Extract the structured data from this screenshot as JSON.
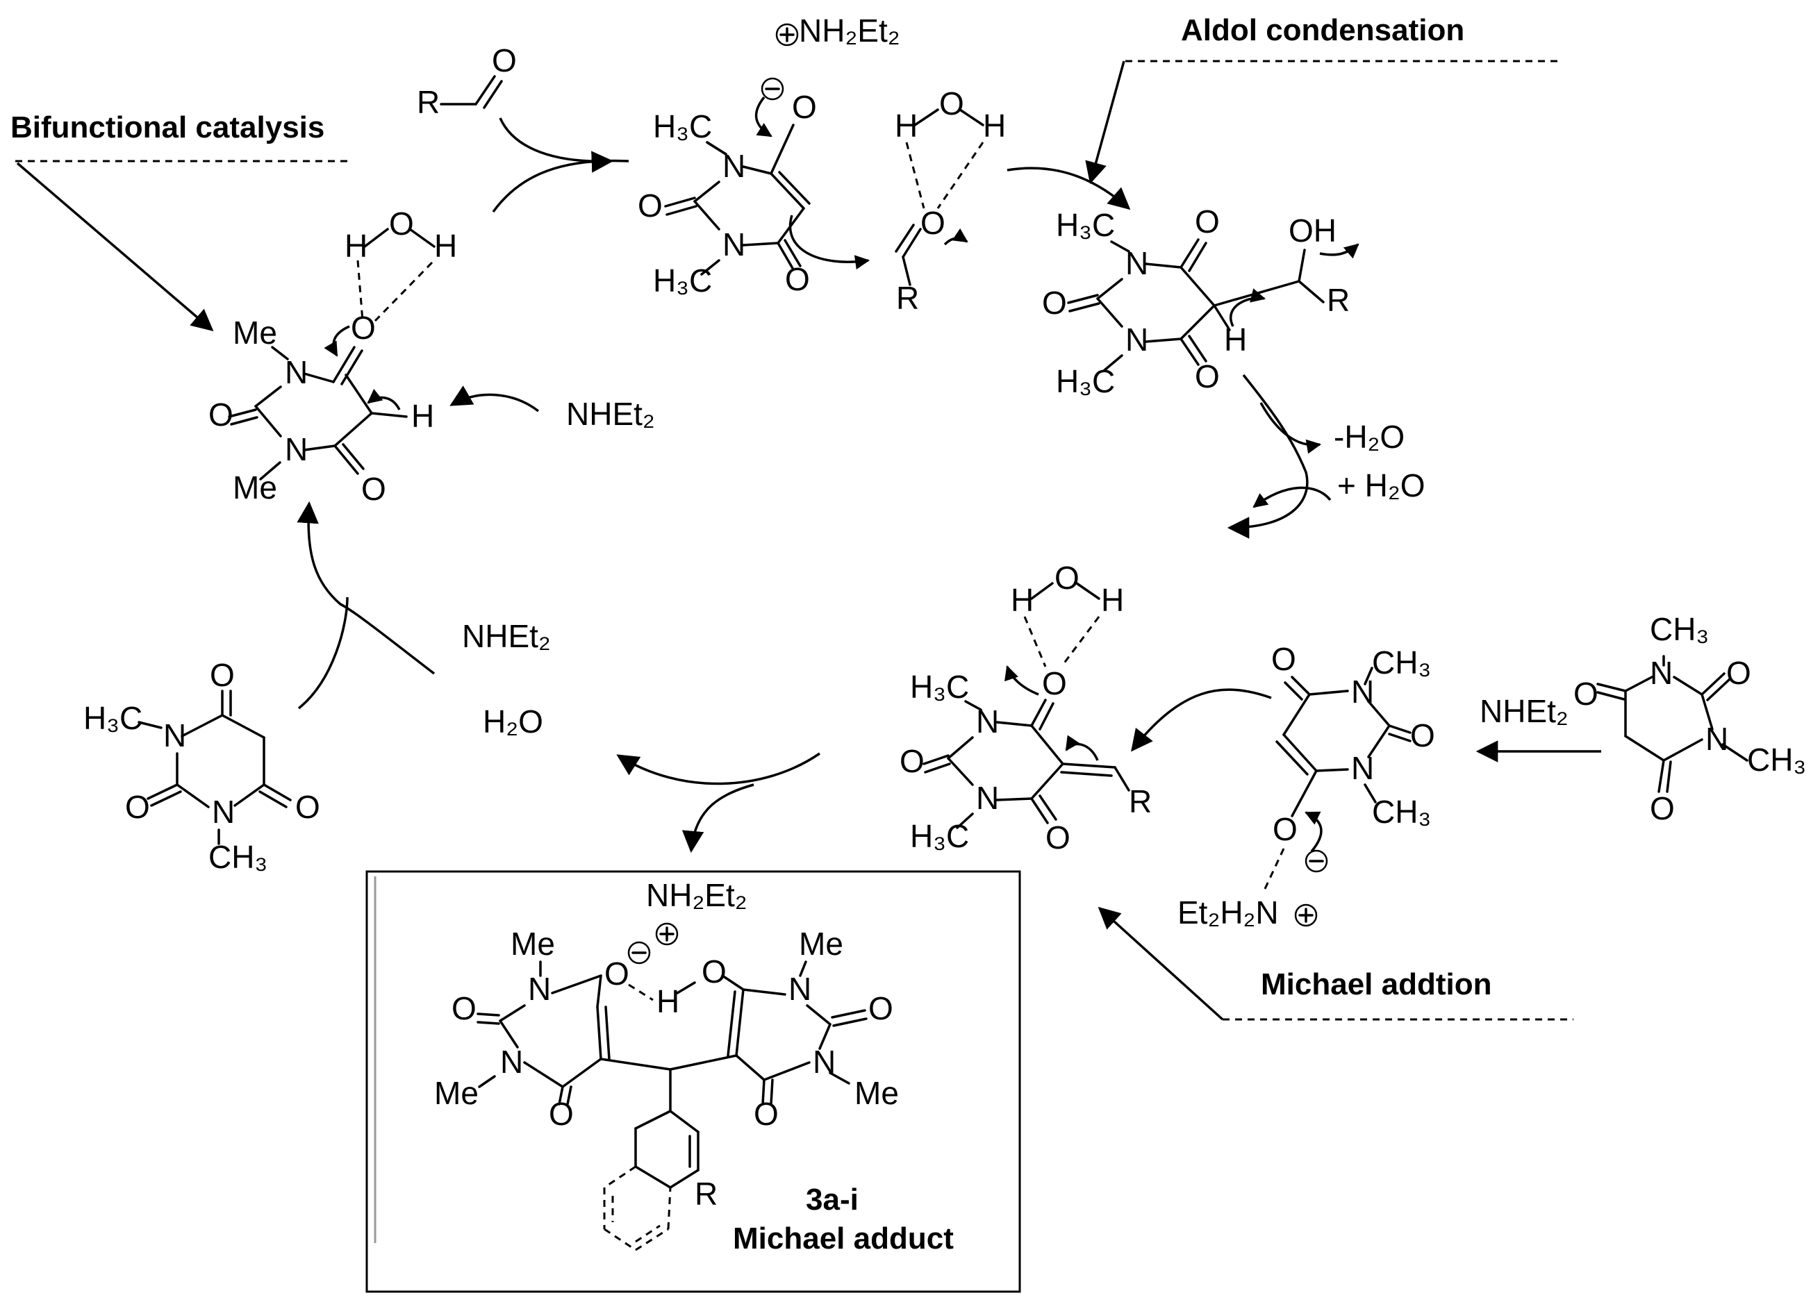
{
  "headings": {
    "bifunctional": "Bifunctional catalysis",
    "aldol": "Aldol condensation",
    "michael": "Michael addtion"
  },
  "reagents": {
    "aldehyde_r": "R",
    "catalyst_cation": "NH₂Et₂",
    "nhet2": "NHEt₂",
    "minus_h2o": "-H₂O",
    "plus_h2o": "+ H₂O",
    "h2o": "H₂O",
    "amine_cation_bottom": "Et₂H₂N"
  },
  "product": {
    "label": "3a-i",
    "name": "Michael adduct",
    "counterion": "NH₂Et₂"
  },
  "atoms": {
    "O": "O",
    "N": "N",
    "H": "H",
    "R": "R",
    "OH": "OH",
    "Me": "Me",
    "H3C": "H₃C",
    "CH3": "CH₃"
  }
}
